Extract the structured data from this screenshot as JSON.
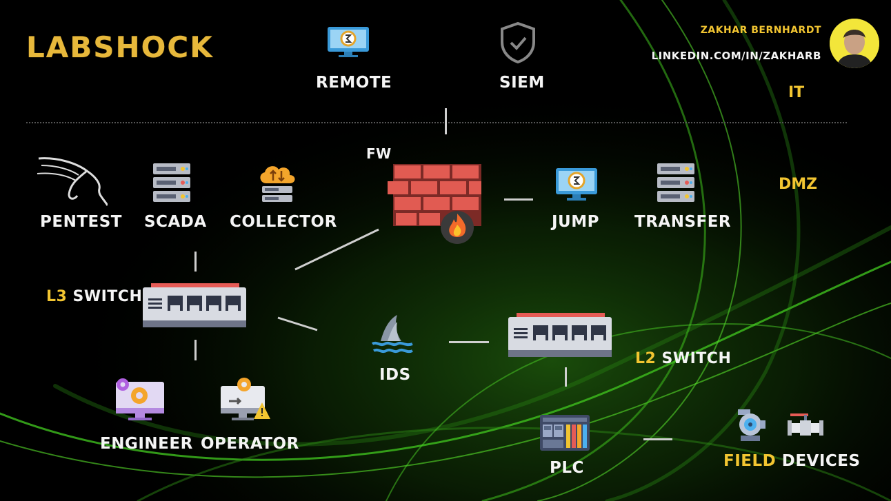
{
  "title": "LABSHOCK",
  "author": {
    "name": "ZAKHAR BERNHARDT",
    "link": "LINKEDIN.COM/IN/ZAKHARB"
  },
  "zones": {
    "it": "IT",
    "dmz": "DMZ"
  },
  "nodes": {
    "remote": "REMOTE",
    "siem": "SIEM",
    "fw": "FW",
    "pentest": "PENTEST",
    "scada": "SCADA",
    "collector": "COLLECTOR",
    "jump": "JUMP",
    "transfer": "TRANSFER",
    "l3_prefix": "L3",
    "l3_rest": "SWITCH",
    "ids": "IDS",
    "l2_prefix": "L2",
    "l2_rest": "SWITCH",
    "engineer": "ENGINEER",
    "operator": "OPERATOR",
    "plc": "PLC",
    "field_prefix": "FIELD",
    "field_rest": "DEVICES"
  },
  "colors": {
    "accent": "#f2c531",
    "background": "#000000",
    "glow": "#4ee62a"
  }
}
